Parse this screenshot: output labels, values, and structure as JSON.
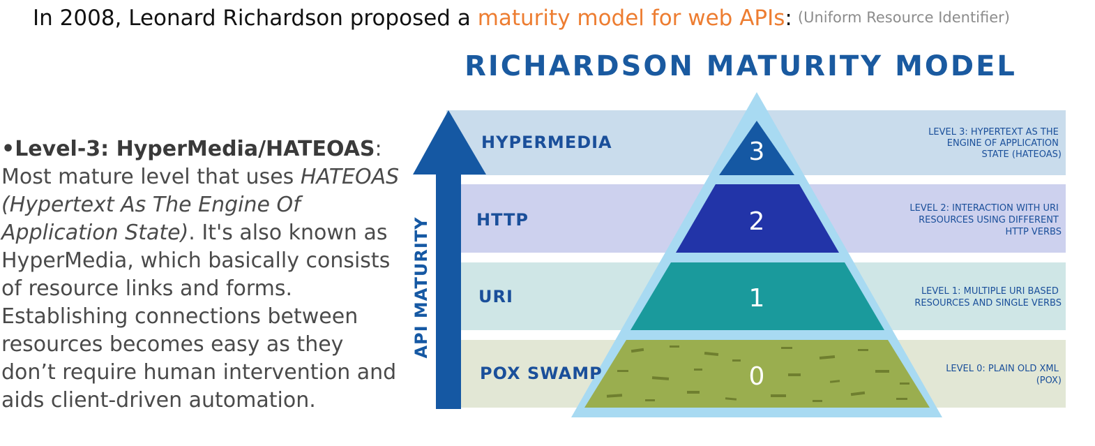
{
  "headline": {
    "prefix": "In 2008, Leonard Richardson proposed a ",
    "highlight": "maturity model for web APIs",
    "suffix": ":",
    "note": "(Uniform Resource Identifier)"
  },
  "description": {
    "bullet": "•",
    "term": "Level-3: HyperMedia/HATEOAS",
    "colon": ":",
    "text1": "Most mature level that uses ",
    "italic": "HATEOAS (Hypertext As The Engine Of Application State)",
    "text2": ". It's also known as HyperMedia, which basically consists of resource links and forms. Establishing connections between resources becomes easy as they don’t require human intervention and aids client-driven automation."
  },
  "diagram": {
    "title": "RICHARDSON MATURITY MODEL",
    "axis_label": "API MATURITY",
    "levels": [
      {
        "number": "3",
        "name": "HYPERMEDIA",
        "desc": [
          "LEVEL 3: HYPERTEXT AS THE",
          "ENGINE OF APPLICATION",
          "STATE (HATEOAS)"
        ],
        "band_color": "#c9dcec",
        "tier_color": "#1558a3"
      },
      {
        "number": "2",
        "name": "HTTP",
        "desc": [
          "LEVEL 2: INTERACTION WITH URI",
          "RESOURCES USING DIFFERENT",
          "HTTP VERBS"
        ],
        "band_color": "#cdd1ee",
        "tier_color": "#2234a8"
      },
      {
        "number": "1",
        "name": "URI",
        "desc": [
          "LEVEL 1: MULTIPLE URI BASED",
          "RESOURCES AND SINGLE VERBS"
        ],
        "band_color": "#cfe6e6",
        "tier_color": "#1a9a9c"
      },
      {
        "number": "0",
        "name": "POX SWAMP",
        "desc": [
          "LEVEL 0: PLAIN OLD XML",
          "(POX)"
        ],
        "band_color": "#e2e7d5",
        "tier_color": "#9aae4f"
      }
    ],
    "colors": {
      "title": "#1a5aa0",
      "outline": "#a8daf2",
      "arrow": "#1558a3",
      "label": "#1a4f9a"
    }
  }
}
